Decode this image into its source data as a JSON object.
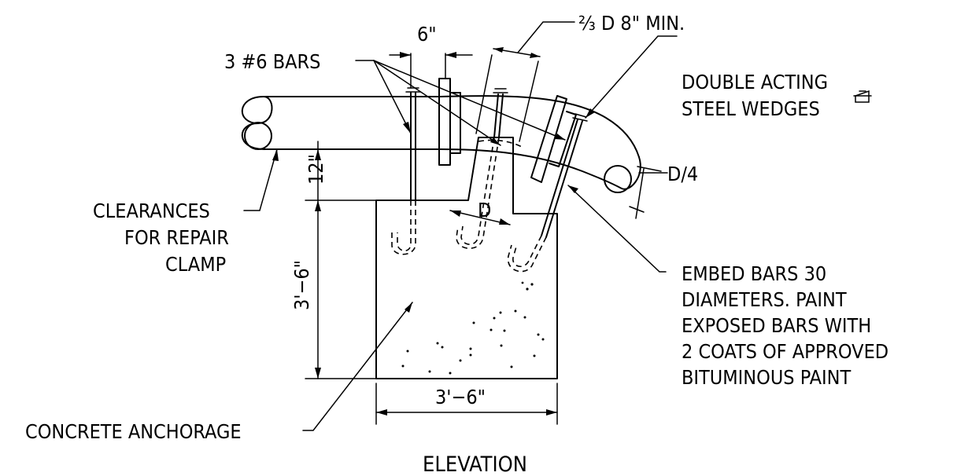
{
  "drawing": {
    "title": "ELEVATION",
    "labels": {
      "bars": "3 #6 BARS",
      "six_inch": "6\"",
      "two_thirds_d": "⅔ D 8\" MIN.",
      "wedges_line1": "DOUBLE ACTING",
      "wedges_line2": "STEEL WEDGES",
      "d_quarter": "D/4",
      "d": "D",
      "twelve_inch": "12\"",
      "clearances_line1": "CLEARANCES",
      "clearances_line2": "FOR REPAIR",
      "clearances_line3": "CLAMP",
      "height_dim": "3'−6\"",
      "width_dim": "3'−6\"",
      "embed_line1": "EMBED BARS 30",
      "embed_line2": "DIAMETERS. PAINT",
      "embed_line3": "EXPOSED BARS WITH",
      "embed_line4": "2 COATS OF APPROVED",
      "embed_line5": "BITUMINOUS PAINT",
      "concrete": "CONCRETE ANCHORAGE"
    }
  }
}
